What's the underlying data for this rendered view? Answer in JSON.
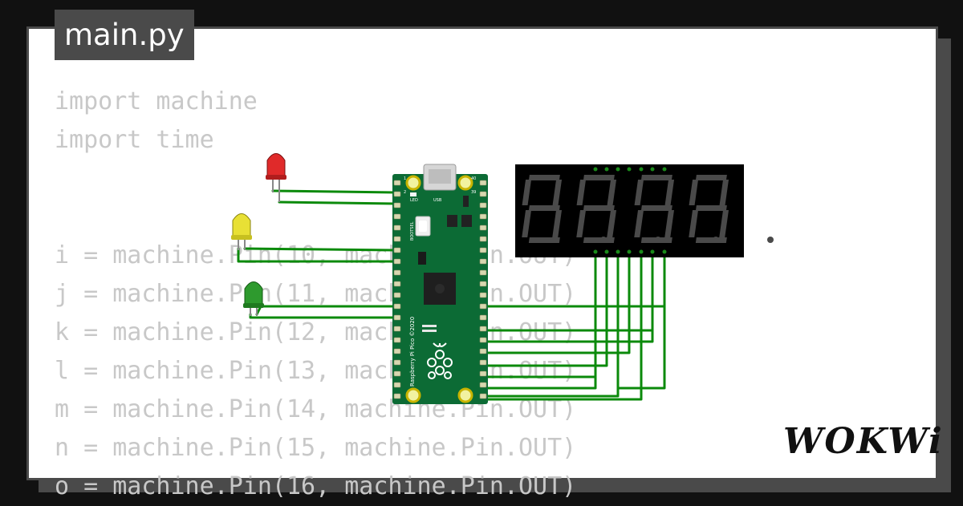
{
  "editor": {
    "file_tab": "main.py",
    "code_lines": [
      "import machine",
      "import time",
      "",
      "",
      "i = machine.Pin(10, machine.Pin.OUT)",
      "j = machine.Pin(11, machine.Pin.OUT)",
      "k = machine.Pin(12, machine.Pin.OUT)",
      "l = machine.Pin(13, machine.Pin.OUT)",
      "m = machine.Pin(14, machine.Pin.OUT)",
      "n = machine.Pin(15, machine.Pin.OUT)",
      "o = machine.Pin(16, machine.Pin.OUT)"
    ]
  },
  "board": {
    "silk_led": "LED",
    "silk_usb": "USB",
    "silk_bootsel": "BOOTSEL",
    "silk_name": "Raspberry Pi Pico ©2020",
    "pin_1": "1",
    "pin_2": "2",
    "pin_39": "39",
    "pin_40": "40"
  },
  "leds": [
    {
      "color_name": "red",
      "color": "#e02a2a"
    },
    {
      "color_name": "yellow",
      "color": "#e8e035"
    },
    {
      "color_name": "green",
      "color": "#2e9a2e"
    }
  ],
  "display": {
    "digits": 4
  },
  "wire_color": "#0b8a0b",
  "brand": {
    "logo_text": "WOKWi"
  }
}
